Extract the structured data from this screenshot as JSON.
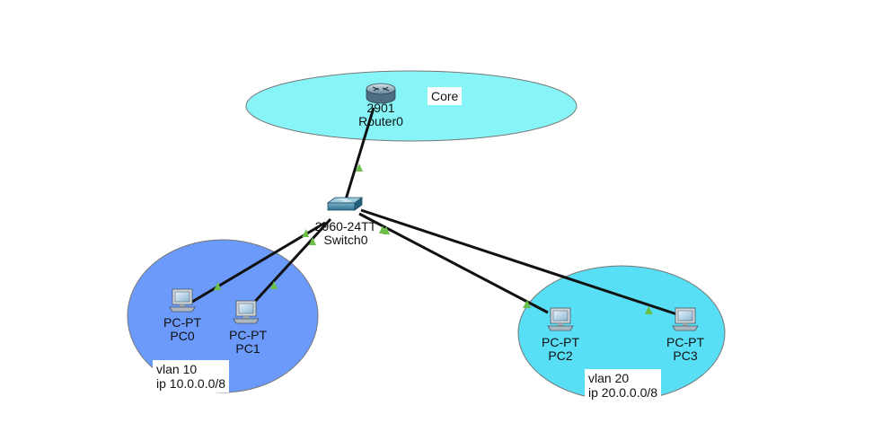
{
  "colors": {
    "core_area": "#87F5F8",
    "vlan10_area": "#6B9AFB",
    "vlan20_area": "#58DFF5",
    "link": "#111111",
    "link_indicator": "#6CC04A"
  },
  "areas": {
    "core": {
      "label": "Core"
    },
    "vlan10": {
      "line1": "vlan 10",
      "line2": "ip 10.0.0.0/8"
    },
    "vlan20": {
      "line1": "vlan 20",
      "line2": "ip 20.0.0.0/8"
    }
  },
  "devices": {
    "router0": {
      "model": "2901",
      "name": "Router0",
      "icon": "router-icon"
    },
    "switch0": {
      "model": "2960-24TT",
      "name": "Switch0",
      "icon": "switch-icon"
    },
    "pc0": {
      "model": "PC-PT",
      "name": "PC0",
      "icon": "pc-icon"
    },
    "pc1": {
      "model": "PC-PT",
      "name": "PC1",
      "icon": "pc-icon"
    },
    "pc2": {
      "model": "PC-PT",
      "name": "PC2",
      "icon": "pc-icon"
    },
    "pc3": {
      "model": "PC-PT",
      "name": "PC3",
      "icon": "pc-icon"
    }
  },
  "links": [
    {
      "from": "Router0",
      "to": "Switch0",
      "status": "up"
    },
    {
      "from": "Switch0",
      "to": "PC0",
      "status": "up"
    },
    {
      "from": "Switch0",
      "to": "PC1",
      "status": "up"
    },
    {
      "from": "Switch0",
      "to": "PC2",
      "status": "up"
    },
    {
      "from": "Switch0",
      "to": "PC3",
      "status": "up"
    }
  ]
}
